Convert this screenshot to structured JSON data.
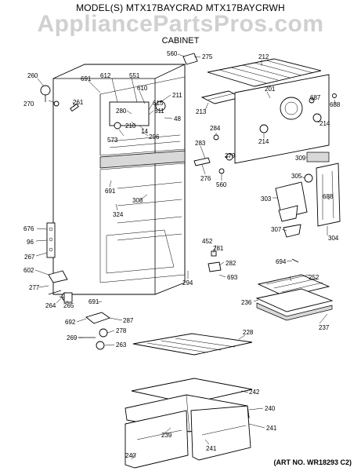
{
  "header": {
    "model_line": "MODEL(S) MTX17BAYCRAD  MTX17BAYCRWH",
    "watermark": "AppliancePartsPros.com",
    "section_title": "CABINET"
  },
  "footer": {
    "art_number": "(ART NO. WR18293 C2)"
  },
  "callouts": [
    {
      "id": "c560a",
      "text": "560"
    },
    {
      "id": "c275",
      "text": "275"
    },
    {
      "id": "c212",
      "text": "212"
    },
    {
      "id": "c260",
      "text": "260"
    },
    {
      "id": "c270",
      "text": "270"
    },
    {
      "id": "c261",
      "text": "261"
    },
    {
      "id": "c691a",
      "text": "691"
    },
    {
      "id": "c612",
      "text": "612"
    },
    {
      "id": "c551",
      "text": "551"
    },
    {
      "id": "c610",
      "text": "610"
    },
    {
      "id": "c615",
      "text": "615"
    },
    {
      "id": "c211",
      "text": "211"
    },
    {
      "id": "c280",
      "text": "280"
    },
    {
      "id": "c611",
      "text": "611"
    },
    {
      "id": "c48",
      "text": "48"
    },
    {
      "id": "c210",
      "text": "210"
    },
    {
      "id": "c14",
      "text": "14"
    },
    {
      "id": "c573",
      "text": "573"
    },
    {
      "id": "c296",
      "text": "296"
    },
    {
      "id": "c213",
      "text": "213"
    },
    {
      "id": "c201",
      "text": "201"
    },
    {
      "id": "c687",
      "text": "687"
    },
    {
      "id": "c688a",
      "text": "688"
    },
    {
      "id": "c214a",
      "text": "214"
    },
    {
      "id": "c214b",
      "text": "214"
    },
    {
      "id": "c284",
      "text": "284"
    },
    {
      "id": "c283",
      "text": "283"
    },
    {
      "id": "c279",
      "text": "279"
    },
    {
      "id": "c276",
      "text": "276"
    },
    {
      "id": "c560b",
      "text": "560"
    },
    {
      "id": "c309",
      "text": "309"
    },
    {
      "id": "c305",
      "text": "305"
    },
    {
      "id": "c303",
      "text": "303"
    },
    {
      "id": "c688b",
      "text": "688"
    },
    {
      "id": "c691b",
      "text": "691"
    },
    {
      "id": "c308",
      "text": "308"
    },
    {
      "id": "c324",
      "text": "324"
    },
    {
      "id": "c307",
      "text": "307"
    },
    {
      "id": "c304",
      "text": "304"
    },
    {
      "id": "c676",
      "text": "676"
    },
    {
      "id": "c96",
      "text": "96"
    },
    {
      "id": "c267",
      "text": "267"
    },
    {
      "id": "c452",
      "text": "452"
    },
    {
      "id": "c281",
      "text": "281"
    },
    {
      "id": "c282",
      "text": "282"
    },
    {
      "id": "c694",
      "text": "694"
    },
    {
      "id": "c602",
      "text": "602"
    },
    {
      "id": "c277",
      "text": "277"
    },
    {
      "id": "c294",
      "text": "294"
    },
    {
      "id": "c693",
      "text": "693"
    },
    {
      "id": "c252",
      "text": "252"
    },
    {
      "id": "c264",
      "text": "264"
    },
    {
      "id": "c265",
      "text": "265"
    },
    {
      "id": "c691c",
      "text": "691"
    },
    {
      "id": "c236",
      "text": "236"
    },
    {
      "id": "c237",
      "text": "237"
    },
    {
      "id": "c692",
      "text": "692"
    },
    {
      "id": "c287",
      "text": "287"
    },
    {
      "id": "c278",
      "text": "278"
    },
    {
      "id": "c269",
      "text": "269"
    },
    {
      "id": "c263",
      "text": "263"
    },
    {
      "id": "c228",
      "text": "228"
    },
    {
      "id": "c242",
      "text": "242"
    },
    {
      "id": "c240a",
      "text": "240"
    },
    {
      "id": "c239",
      "text": "239"
    },
    {
      "id": "c241a",
      "text": "241"
    },
    {
      "id": "c241b",
      "text": "241"
    },
    {
      "id": "c240b",
      "text": "240"
    }
  ]
}
